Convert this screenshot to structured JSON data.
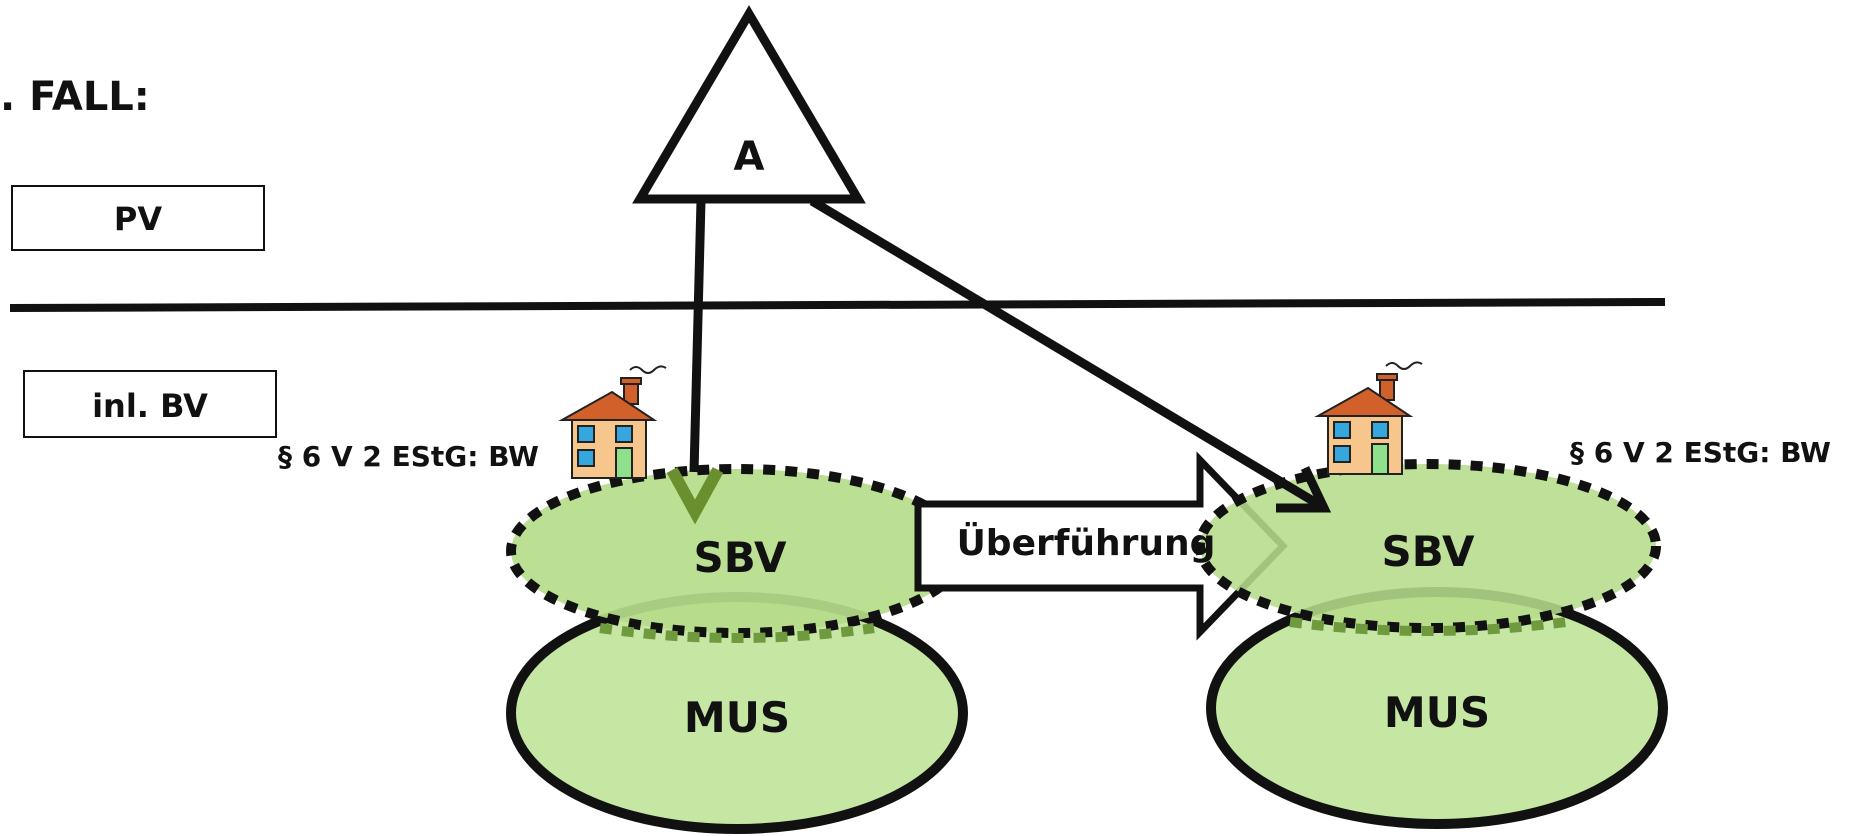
{
  "heading": ". FALL:",
  "boxes": {
    "pv": "PV",
    "inl_bv": "inl. BV"
  },
  "triangle_label": "A",
  "paragraph_left": "§ 6 V 2 EStG: BW",
  "paragraph_right": "§ 6 V 2 EStG: BW",
  "left_group": {
    "sbv": "SBV",
    "mus": "MUS"
  },
  "right_group": {
    "sbv": "SBV",
    "mus": "MUS"
  },
  "transfer_label": "Überführung",
  "colors": {
    "sbv_fill": "#b5dc8a",
    "mus_fill": "#c6e6a4",
    "dotted_border": "#111111",
    "sbv_dash_green": "#6f9a3d",
    "green_arrow": "#6a8f2e",
    "house_wall": "#f6c68d",
    "house_roof": "#d2602a",
    "house_window": "#36a7dd",
    "house_door": "#8ee08a"
  },
  "icons": [
    "house-icon"
  ]
}
